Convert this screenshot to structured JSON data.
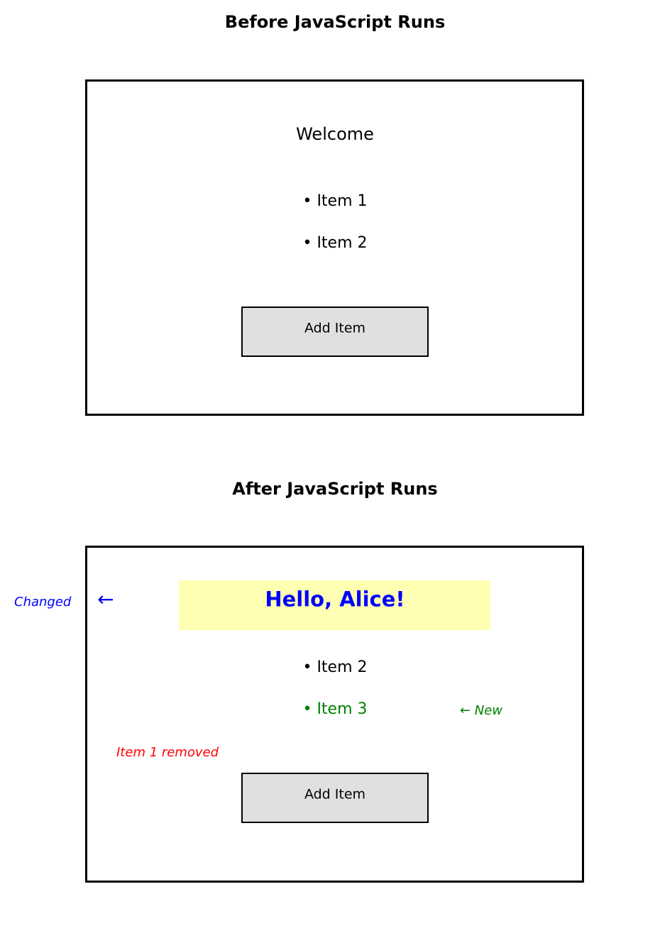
{
  "before": {
    "title": "Before JavaScript Runs",
    "heading": "Welcome",
    "items": [
      "• Item 1",
      "• Item 2"
    ],
    "button_label": "Add Item"
  },
  "after": {
    "title": "After JavaScript Runs",
    "heading": "Hello, Alice!",
    "items": [
      "• Item 2",
      "• Item 3"
    ],
    "button_label": "Add Item",
    "annotations": {
      "changed": "Changed",
      "changed_arrow": "←",
      "new": "← New",
      "removed": "Item 1 removed"
    }
  },
  "colors": {
    "changed": "#0000ff",
    "highlight": "#ffffb3",
    "new": "#008000",
    "removed": "#ff0000",
    "button": "#e0e0e0"
  }
}
